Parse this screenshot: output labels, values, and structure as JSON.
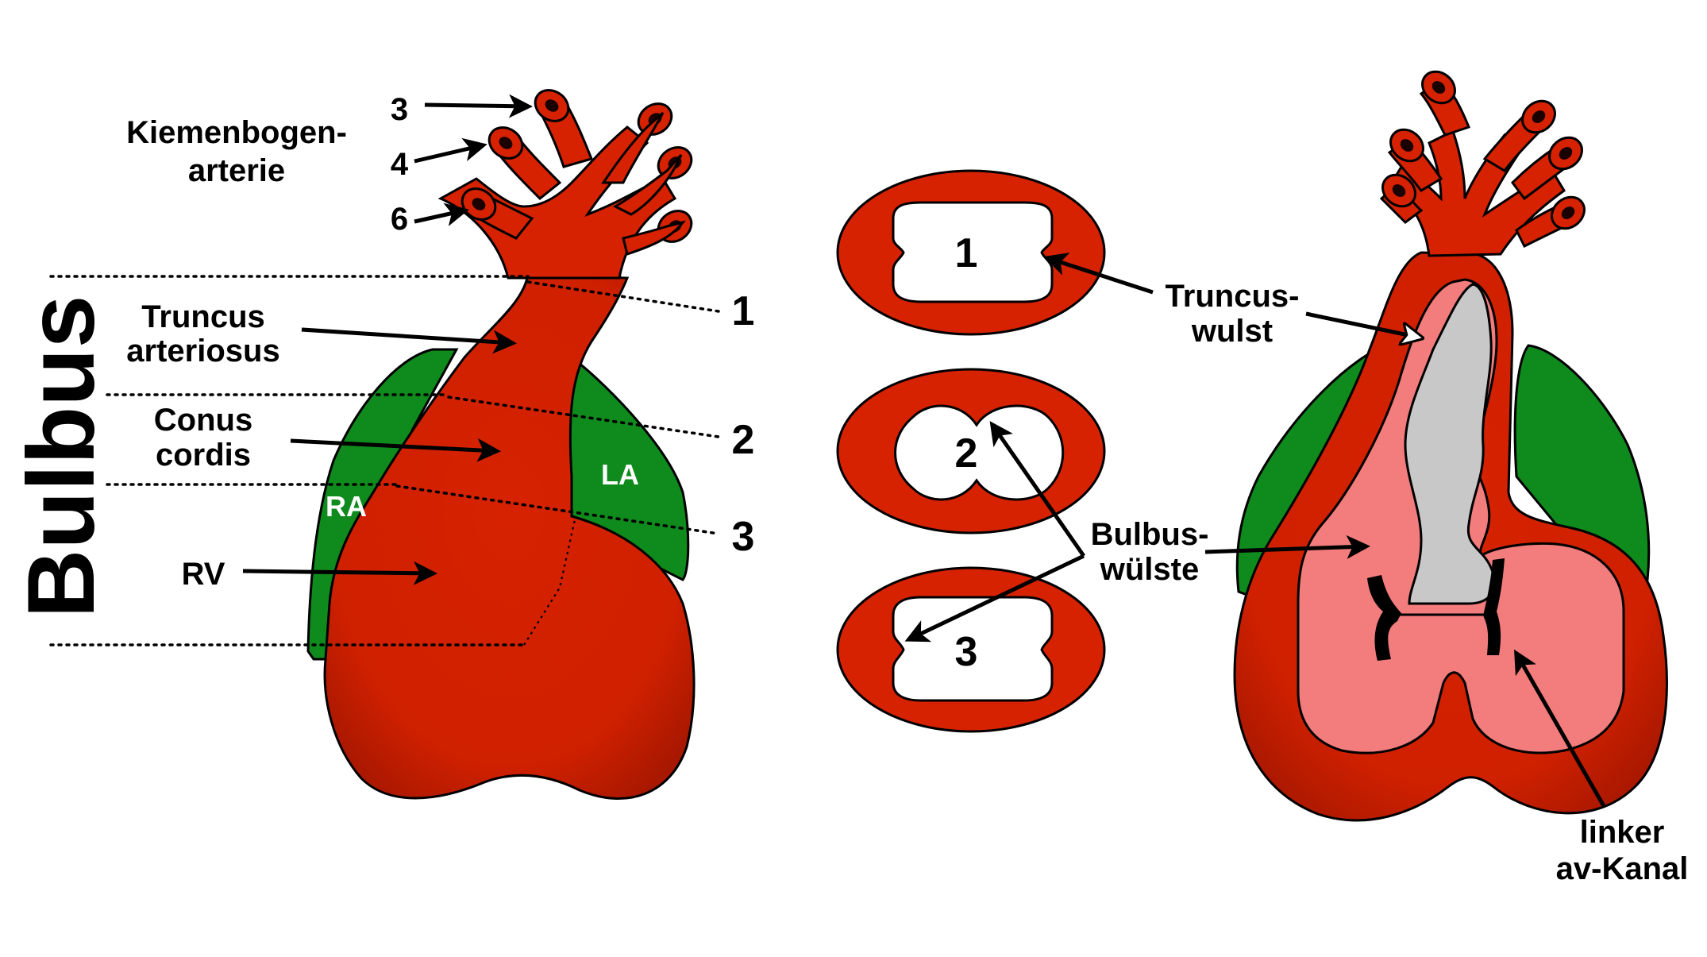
{
  "labels": {
    "kiemenbogen_1": "Kiemenbogen-",
    "kiemenbogen_2": "arterie",
    "artery_3": "3",
    "artery_4": "4",
    "artery_6": "6",
    "bulbus": "Bulbus",
    "truncus_1": "Truncus",
    "truncus_2": "arteriosus",
    "conus_1": "Conus",
    "conus_2": "cordis",
    "rv": "RV",
    "ra": "RA",
    "la": "LA",
    "level_1": "1",
    "level_2": "2",
    "level_3": "3",
    "section_1": "1",
    "section_2": "2",
    "section_3": "3",
    "truncuswulst_1": "Truncus-",
    "truncuswulst_2": "wulst",
    "bulbuswuelste_1": "Bulbus-",
    "bulbuswuelste_2": "wülste",
    "avkanal_1": "linker",
    "avkanal_2": "av-Kanal"
  },
  "colors": {
    "heart_red": "#d62200",
    "heart_dark": "#9e1500",
    "atrium_green": "#0f8a1c",
    "lumen_pink": "#f37c7c",
    "swelling_grey": "#c8c8c8"
  }
}
